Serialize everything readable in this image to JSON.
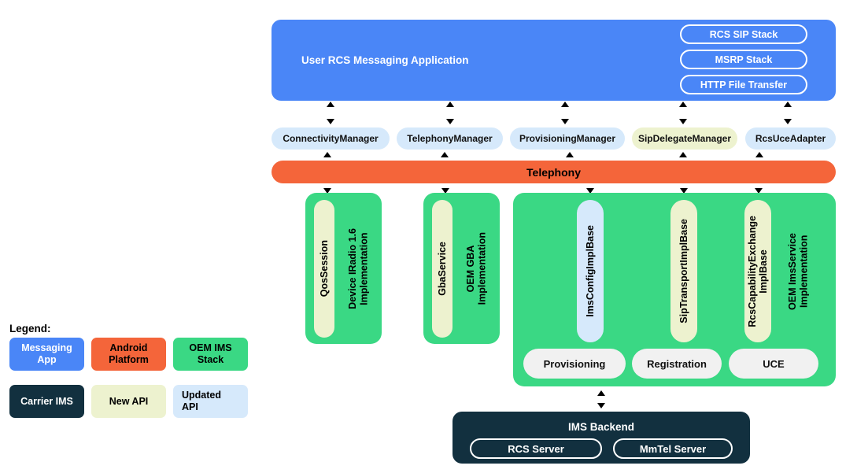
{
  "diagram": {
    "app": {
      "title": "User RCS Messaging Application",
      "color": "#4a86f7",
      "stacks": [
        "RCS SIP Stack",
        "MSRP Stack",
        "HTTP File Transfer"
      ]
    },
    "managers": [
      {
        "label": "ConnectivityManager",
        "kind": "updated-api",
        "color": "#d6e9fb"
      },
      {
        "label": "TelephonyManager",
        "kind": "updated-api",
        "color": "#d6e9fb"
      },
      {
        "label": "ProvisioningManager",
        "kind": "updated-api",
        "color": "#d6e9fb"
      },
      {
        "label": "SipDelegateManager",
        "kind": "new-api",
        "color": "#edf2cf"
      },
      {
        "label": "RcsUceAdapter",
        "kind": "updated-api",
        "color": "#d6e9fb"
      }
    ],
    "platform": {
      "label": "Telephony",
      "color": "#f4653a"
    },
    "oem_blocks": [
      {
        "caption": "Device IRadio 1.6\nImplementation",
        "color": "#3ad884",
        "pills": [
          {
            "label": "QosSession",
            "kind": "new-api",
            "color": "#edf2cf"
          }
        ],
        "services": []
      },
      {
        "caption": "OEM GBA\nImplementation",
        "color": "#3ad884",
        "pills": [
          {
            "label": "GbaService",
            "kind": "new-api",
            "color": "#edf2cf"
          }
        ],
        "services": []
      },
      {
        "caption": "OEM ImsService\nImplementation",
        "color": "#3ad884",
        "pills": [
          {
            "label": "ImsConfigImplBase",
            "kind": "updated-api",
            "color": "#d6e9fb"
          },
          {
            "label": "SipTransportImplBase",
            "kind": "new-api",
            "color": "#edf2cf"
          },
          {
            "label": "RcsCapabilityExchange\nImplBase",
            "kind": "new-api",
            "color": "#edf2cf"
          }
        ],
        "services": [
          "Provisioning",
          "Registration",
          "UCE"
        ]
      }
    ],
    "backend": {
      "title": "IMS Backend",
      "color": "#12303f",
      "servers": [
        "RCS Server",
        "MmTel Server"
      ]
    },
    "legend": {
      "title": "Legend:",
      "items": [
        {
          "label": "Messaging\nApp",
          "bg": "#4a86f7",
          "fg": "#ffffff",
          "align": "center"
        },
        {
          "label": "Android\nPlatform",
          "bg": "#f4653a",
          "fg": "#000000",
          "align": "center"
        },
        {
          "label": "OEM IMS\nStack",
          "bg": "#3ad884",
          "fg": "#000000",
          "align": "center"
        },
        {
          "label": "Carrier IMS",
          "bg": "#12303f",
          "fg": "#ffffff",
          "align": "center"
        },
        {
          "label": "New API",
          "bg": "#edf2cf",
          "fg": "#000000",
          "align": "center"
        },
        {
          "label": "Updated\nAPI",
          "bg": "#d6e9fb",
          "fg": "#000000",
          "align": "left"
        }
      ]
    }
  }
}
